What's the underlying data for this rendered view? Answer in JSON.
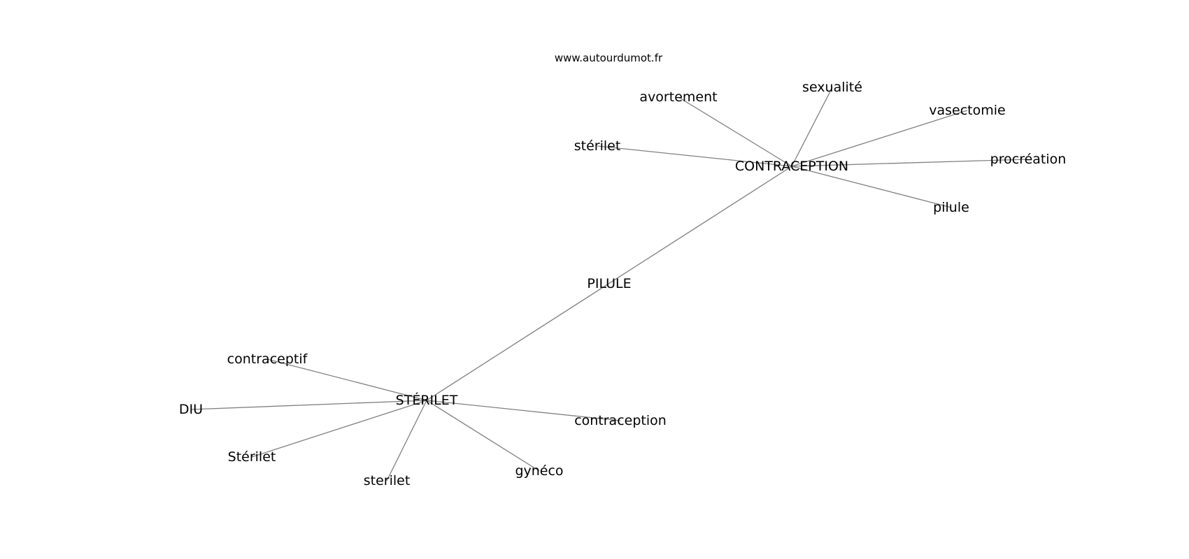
{
  "source": "www.autourdumot.fr",
  "graph": {
    "nodes": [
      {
        "id": "pilule_c",
        "label": "PILULE"
      },
      {
        "id": "contraception_c",
        "label": "CONTRACEPTION"
      },
      {
        "id": "sterilet_c",
        "label": "STÉRILET"
      },
      {
        "id": "avortement",
        "label": "avortement"
      },
      {
        "id": "sexualite",
        "label": "sexualité"
      },
      {
        "id": "vasectomie",
        "label": "vasectomie"
      },
      {
        "id": "procreation",
        "label": "procréation"
      },
      {
        "id": "pilule",
        "label": "pilule"
      },
      {
        "id": "sterilet_l",
        "label": "stérilet"
      },
      {
        "id": "contraceptif",
        "label": "contraceptif"
      },
      {
        "id": "diu",
        "label": "DIU"
      },
      {
        "id": "sterilet_cap",
        "label": "Stérilet"
      },
      {
        "id": "sterilet_plain",
        "label": "sterilet"
      },
      {
        "id": "gyneco",
        "label": "gynéco"
      },
      {
        "id": "contraception",
        "label": "contraception"
      }
    ],
    "edges": [
      [
        "contraception_c",
        "sterilet_c"
      ],
      [
        "contraception_c",
        "avortement"
      ],
      [
        "contraception_c",
        "sexualite"
      ],
      [
        "contraception_c",
        "vasectomie"
      ],
      [
        "contraception_c",
        "procreation"
      ],
      [
        "contraception_c",
        "pilule"
      ],
      [
        "contraception_c",
        "sterilet_l"
      ],
      [
        "sterilet_c",
        "contraceptif"
      ],
      [
        "sterilet_c",
        "diu"
      ],
      [
        "sterilet_c",
        "sterilet_cap"
      ],
      [
        "sterilet_c",
        "sterilet_plain"
      ],
      [
        "sterilet_c",
        "gyneco"
      ],
      [
        "sterilet_c",
        "contraception"
      ]
    ]
  }
}
